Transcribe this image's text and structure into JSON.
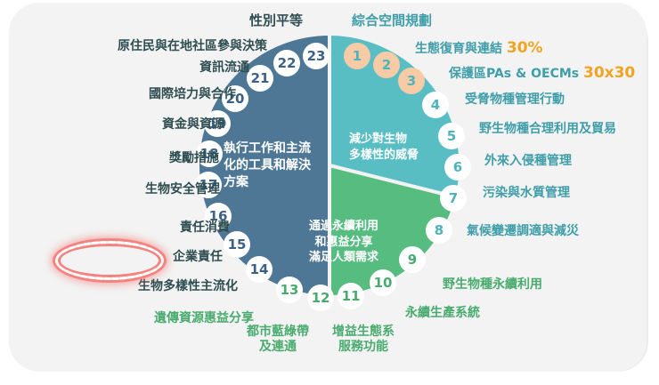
{
  "chart_data": {
    "type": "pie",
    "title": "",
    "center": [
      370,
      186
    ],
    "radius": 148,
    "slices": [
      {
        "name": "減少對生物多樣性的威脅",
        "color": "#58bec4",
        "start_deg": 0,
        "end_deg": 105,
        "targets": [
          "1",
          "2",
          "3",
          "4",
          "5",
          "6",
          "7",
          "8"
        ]
      },
      {
        "name": "通過永續利用和惠益分享滿足人類需求",
        "color": "#56bc7f",
        "start_deg": 105,
        "end_deg": 180,
        "targets": [
          "9",
          "10",
          "11",
          "12",
          "13"
        ]
      },
      {
        "name": "執行工作和主流化的工具和解決方案",
        "color": "#4d7794",
        "start_deg": 180,
        "end_deg": 360,
        "targets": [
          "14",
          "15",
          "16",
          "17",
          "18",
          "19",
          "20",
          "21",
          "22",
          "23"
        ]
      }
    ]
  },
  "segments": {
    "teal_label": "減少對生物\n多樣性的威脅",
    "teal_line1": "減少對生物",
    "teal_line2": "多樣性的威脅",
    "green_line1": "通過永續利用",
    "green_line2": "和惠益分享",
    "green_line3": "滿足人類需求",
    "navy_line1": "執行工作和主流",
    "navy_line2": "化的工具和解決",
    "navy_line3": "方案"
  },
  "numbers": {
    "n1": "1",
    "n2": "2",
    "n3": "3",
    "n4": "4",
    "n5": "5",
    "n6": "6",
    "n7": "7",
    "n8": "8",
    "n9": "9",
    "n10": "10",
    "n11": "11",
    "n12": "12",
    "n13": "13",
    "n14": "14",
    "n15": "15",
    "n16": "16",
    "n17": "17",
    "n18": "18",
    "n19": "19",
    "n20": "20",
    "n21": "21",
    "n22": "22",
    "n23": "23"
  },
  "labels": {
    "top_left": "性別平等",
    "top_right": "綜合空間規劃",
    "t1_text": "生態復育與連結",
    "t1_value": "30%",
    "t2_text": "保護區PAs & OECMs",
    "t2_value": "30x30",
    "t3": "受脅物種管理行動",
    "t4": "野生物種合理利用及貿易",
    "t5": "外來入侵種管理",
    "t6": "污染與水質管理",
    "t7": "氣候變遷調適與減災",
    "g1": "野生物種永續利用",
    "g2": "永續生產系統",
    "g3_line1": "增益生態系",
    "g3_line2": "服務功能",
    "g4_line1": "都市藍綠帶",
    "g4_line2": "及連通",
    "g5": "遺傳資源惠益分享",
    "d1": "原住民與在地社區參與決策",
    "d2": "資訊流通",
    "d3": "國際培力與合作",
    "d4": "資金與資源",
    "d5": "獎勵措施",
    "d6": "生物安全管理",
    "d7": "責任消費",
    "d8_highlighted": "企業責任",
    "d9": "生物多樣性主流化"
  },
  "colors": {
    "teal": "#58bec4",
    "green": "#56bc7f",
    "navy": "#4d7794",
    "peach": "#f6cba6",
    "orange": "#f3a323",
    "dark_text": "#2f4e52",
    "teal_text": "#3f9ea9",
    "green_text": "#49ab6e",
    "highlight_ring": "#f4837f"
  }
}
